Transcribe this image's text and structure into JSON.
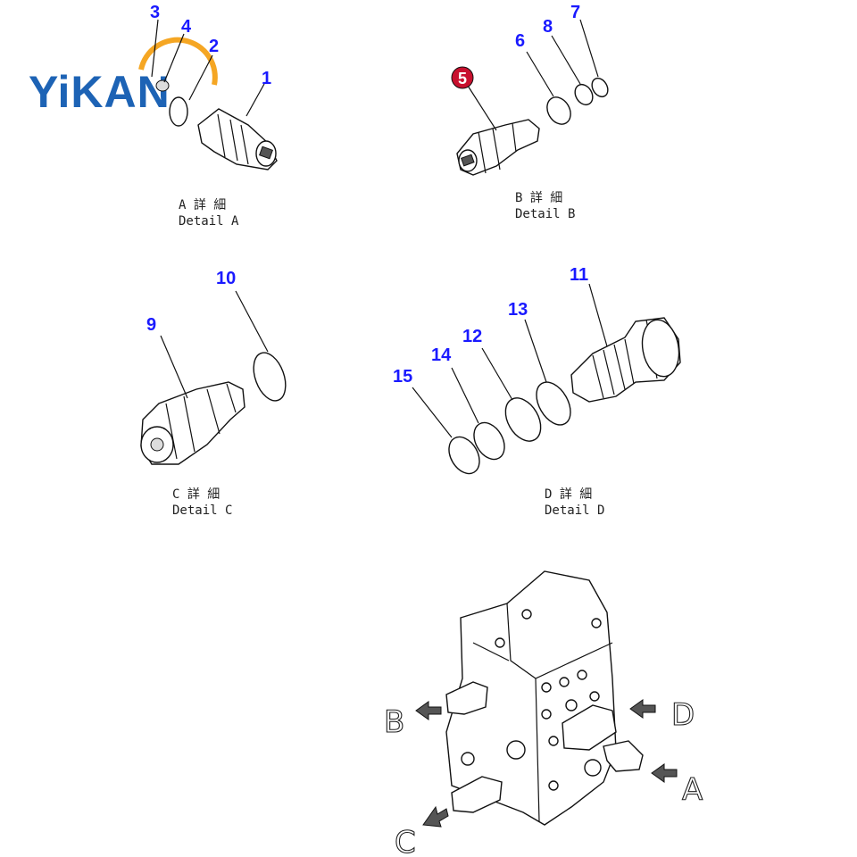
{
  "logo": {
    "text": "YiKAN",
    "arc_color": "#f5a623",
    "text_color": "#1d63b5"
  },
  "callouts": [
    "1",
    "2",
    "3",
    "4",
    "5",
    "6",
    "7",
    "8",
    "9",
    "10",
    "11",
    "12",
    "13",
    "14",
    "15"
  ],
  "details": {
    "a": {
      "jp": "A 詳 細",
      "en": "Detail A"
    },
    "b": {
      "jp": "B 詳 細",
      "en": "Detail B"
    },
    "c": {
      "jp": "C 詳 細",
      "en": "Detail C"
    },
    "d": {
      "jp": "D 詳 細",
      "en": "Detail D"
    }
  },
  "view_arrows": [
    "A",
    "B",
    "C",
    "D"
  ],
  "highlight": {
    "part": "5",
    "color": "#c8102e"
  },
  "callout_color": "#1a1aff"
}
